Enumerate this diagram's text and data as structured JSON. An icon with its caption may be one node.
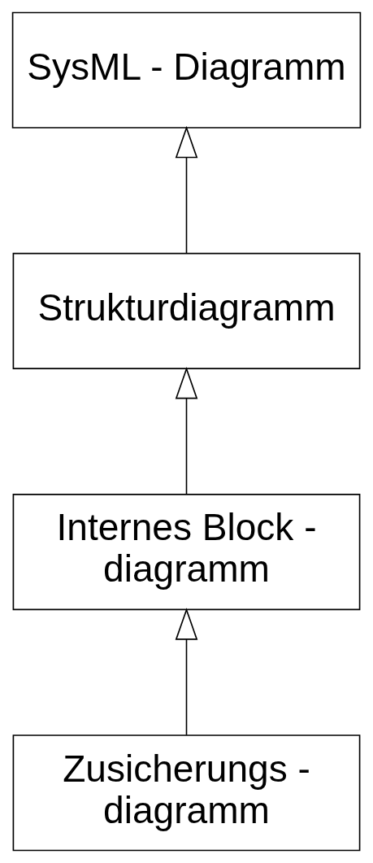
{
  "diagram": {
    "nodes": [
      {
        "text": [
          "SysML - Diagramm"
        ]
      },
      {
        "text": [
          "Strukturdiagramm"
        ]
      },
      {
        "text": [
          "Internes Block - diagramm"
        ]
      },
      {
        "text": [
          "Zusicherungs - diagramm"
        ]
      }
    ],
    "edges": [
      {
        "from": 1,
        "to": 0,
        "arrow": "to"
      },
      {
        "from": 2,
        "to": 1,
        "arrow": "to"
      },
      {
        "from": 3,
        "to": 2,
        "arrow": "to"
      }
    ]
  }
}
